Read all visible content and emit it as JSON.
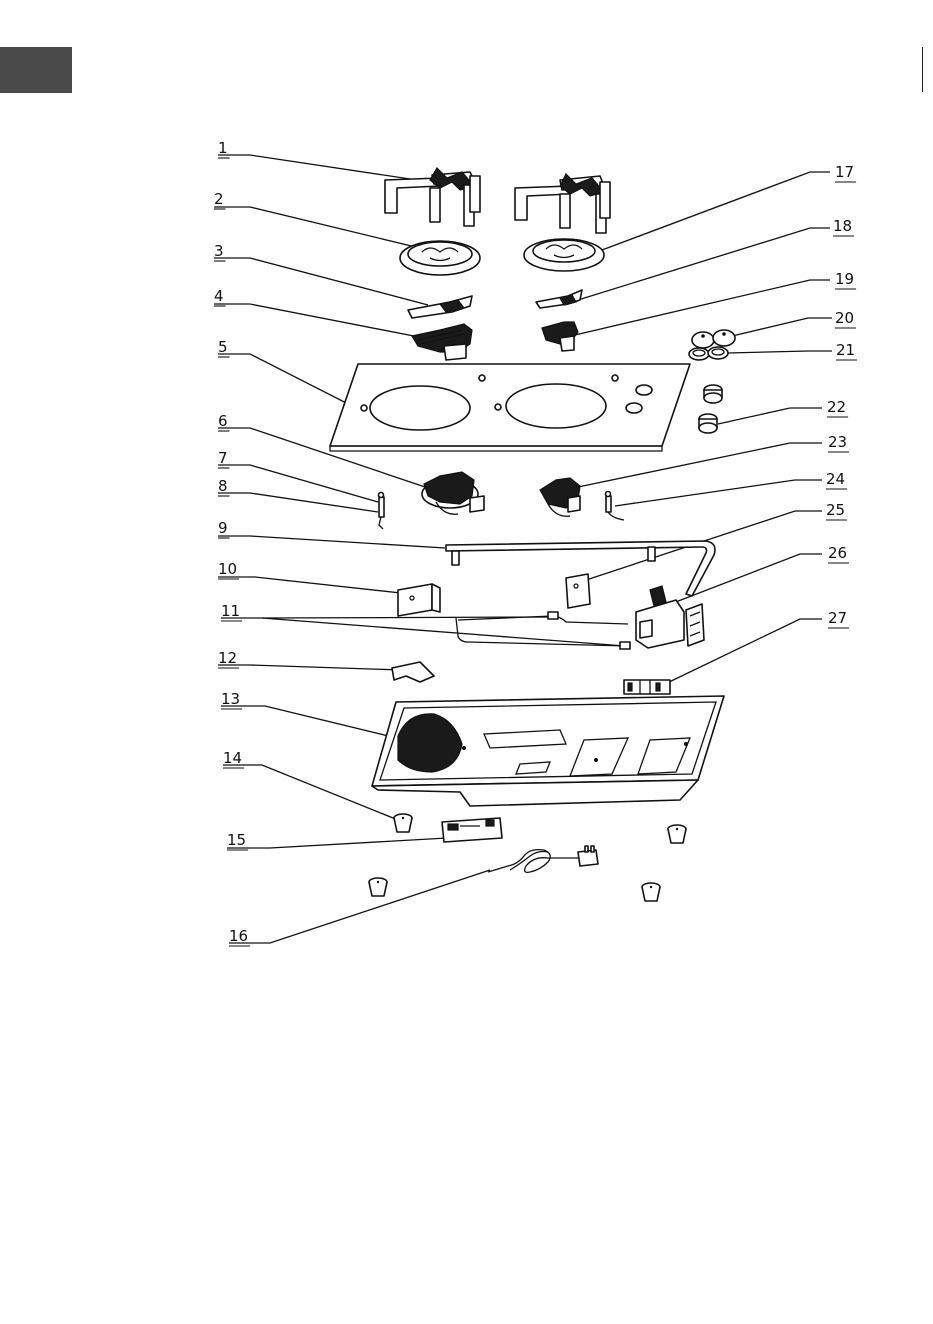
{
  "labels": [
    "1",
    "2",
    "3",
    "4",
    "5",
    "6",
    "7",
    "8",
    "9",
    "10",
    "11",
    "12",
    "13",
    "14",
    "15",
    "16",
    "17",
    "18",
    "19",
    "20",
    "21",
    "22",
    "23",
    "24",
    "25",
    "26",
    "27"
  ]
}
